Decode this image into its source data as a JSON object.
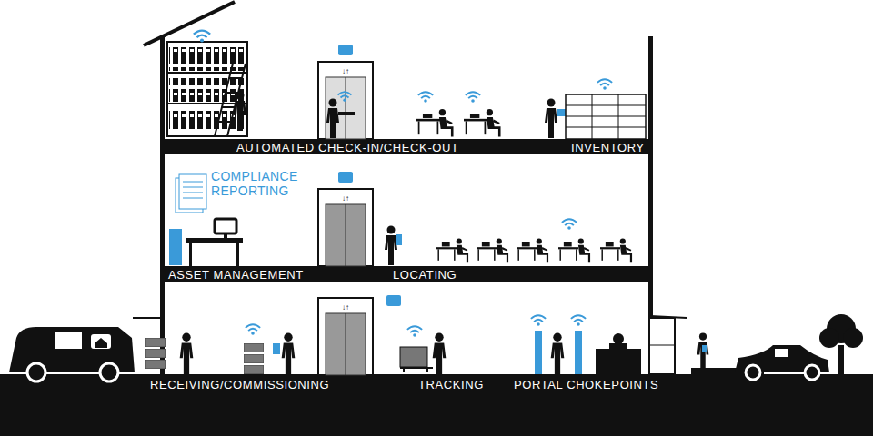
{
  "diagram": {
    "labels": [
      "AUTOMATED CHECK-IN/CHECK-OUT",
      "INVENTORY",
      "COMPLIANCE REPORTING",
      "ASSET MANAGEMENT",
      "LOCATING",
      "RECEIVING/COMMISSIONING",
      "TRACKING",
      "PORTAL CHOKEPOINTS"
    ]
  }
}
